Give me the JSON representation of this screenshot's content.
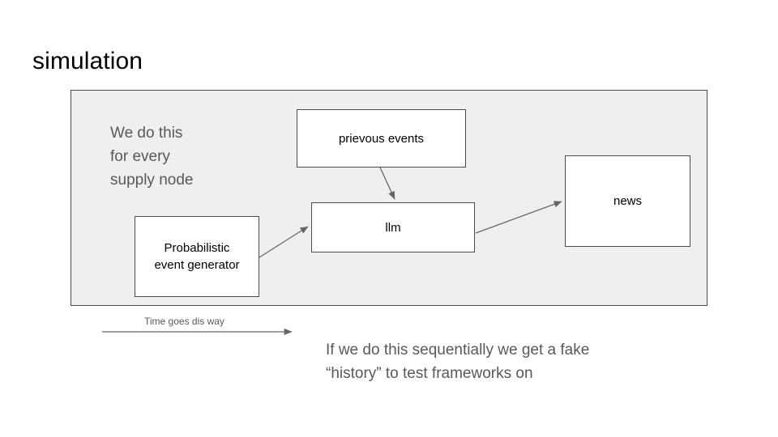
{
  "slide": {
    "title": "simulation",
    "background_color": "#ffffff"
  },
  "panel": {
    "background_color": "#efefee",
    "border_color": "#4c4c4c",
    "note": "We do this\nfor every\nsupply node"
  },
  "nodes": [
    {
      "id": "prievous-events",
      "label": "prievous events"
    },
    {
      "id": "llm",
      "label": "llm"
    },
    {
      "id": "probabilistic-event-generator",
      "label": "Probabilistic\nevent generator"
    },
    {
      "id": "news",
      "label": "news"
    }
  ],
  "timeline": {
    "label": "Time goes dis way"
  },
  "caption": {
    "text": "If we do this sequentially we get a fake\n“history” to test frameworks on"
  },
  "colors": {
    "text_black": "#000000",
    "text_gray": "#595959",
    "stroke_gray": "#666666",
    "box_border": "#4c4c4c",
    "panel_fill": "#efefee"
  }
}
